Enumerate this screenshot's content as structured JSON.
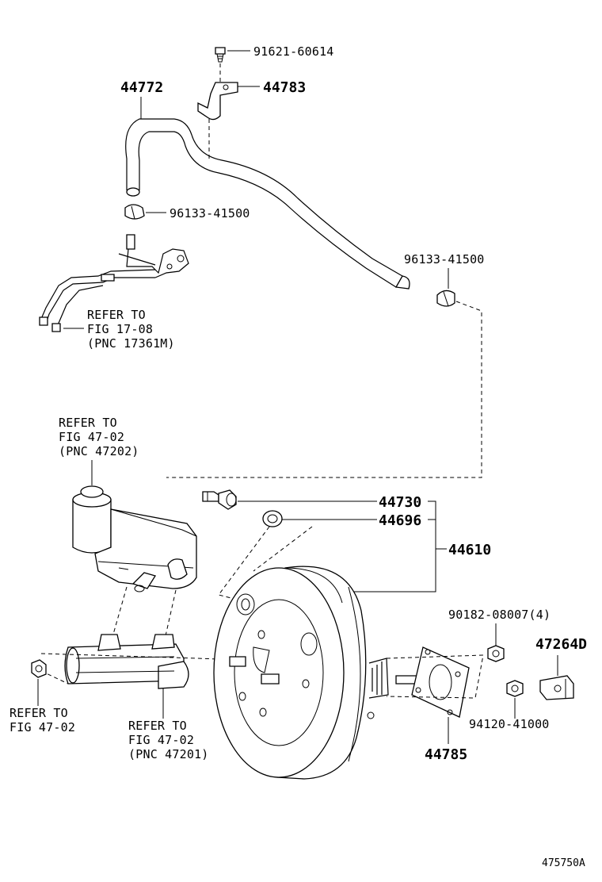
{
  "parts": {
    "bolt_top": "91621-60614",
    "bracket": "44783",
    "hose": "44772",
    "clamp_left": "96133-41500",
    "clamp_right": "96133-41500",
    "check_valve": "44730",
    "grommet": "44696",
    "booster_assy": "44610",
    "nut_4": "90182-08007(4)",
    "clevis": "47264D",
    "nut_lock": "94120-41000",
    "gasket": "44785"
  },
  "refers": {
    "pipe": [
      "REFER TO",
      "FIG 17-08",
      "(PNC 17361M)"
    ],
    "reservoir": [
      "REFER TO",
      "FIG 47-02",
      "(PNC 47202)"
    ],
    "nut_left": [
      "REFER TO",
      "FIG 47-02"
    ],
    "master_cyl": [
      "REFER TO",
      "FIG 47-02",
      "(PNC 47201)"
    ]
  },
  "figure_id": "475750A"
}
